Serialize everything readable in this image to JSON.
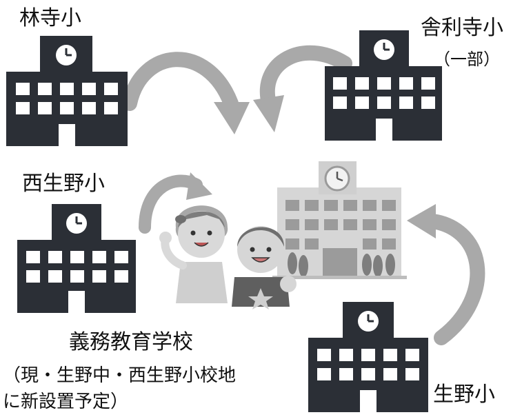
{
  "schools": {
    "rinji": {
      "name": "林寺小"
    },
    "sharij": {
      "name": "舎利寺小",
      "note": "（一部）"
    },
    "nishi_ikuno": {
      "name": "西生野小"
    },
    "ikuno": {
      "name": "生野小"
    }
  },
  "new_school": {
    "title": "義務教育学校",
    "desc_line1": "（現・生野中・西生野小校地",
    "desc_line2": "に新設置予定）"
  },
  "colors": {
    "building_dark": "#2b2f36",
    "window_white": "#ffffff",
    "arrow_gray": "#a9a9a9",
    "new_building_gray": "#c7c7c7"
  }
}
